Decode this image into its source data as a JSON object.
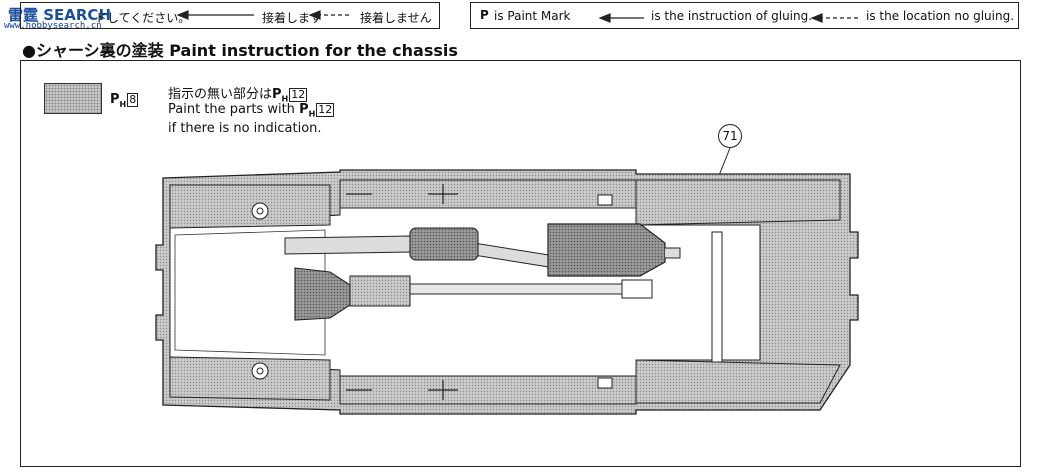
{
  "watermark": {
    "logo_text": "雷霆 SEARCH",
    "url": "www.hobbysearch.cn"
  },
  "legend": {
    "left": {
      "partial_text": "ドしてください。",
      "glue_text": "接着します",
      "no_glue_text": "接着しません"
    },
    "right": {
      "paint_mark_label": "is Paint Mark",
      "glue_text": "is the instruction of gluing.",
      "no_glue_text": "is the location no gluing.",
      "paint_symbol": "P"
    }
  },
  "title": {
    "text": "シャーシ裏の塗装 Paint instruction for the chassis"
  },
  "swatch": {
    "color": "#c9c9c9",
    "paint_letter": "P",
    "paint_sub": "H",
    "paint_number": "8"
  },
  "note": {
    "jp_prefix": "指示の無い部分は",
    "line2_prefix": "Paint the parts with",
    "paint_letter": "P",
    "paint_sub": "H",
    "paint_number": "12",
    "line3": "if there is no indication."
  },
  "part_label": {
    "number": "71"
  }
}
